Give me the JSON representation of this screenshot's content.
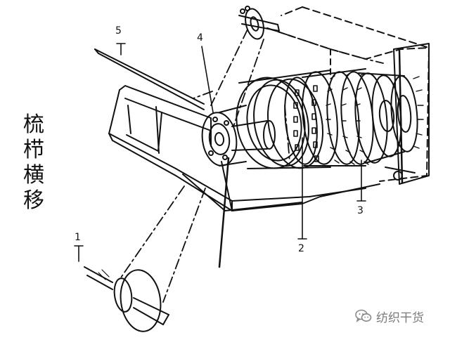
{
  "diagram": {
    "title_chars": [
      "梳",
      "栉",
      "横",
      "移"
    ],
    "callouts": {
      "c1": "1",
      "c2": "2",
      "c3": "3",
      "c4": "4",
      "c5": "5"
    }
  },
  "watermark": {
    "text": "纺织干货",
    "icon": "wechat-icon"
  },
  "colors": {
    "ink": "#111111",
    "watermark": "#7a7a7a"
  }
}
